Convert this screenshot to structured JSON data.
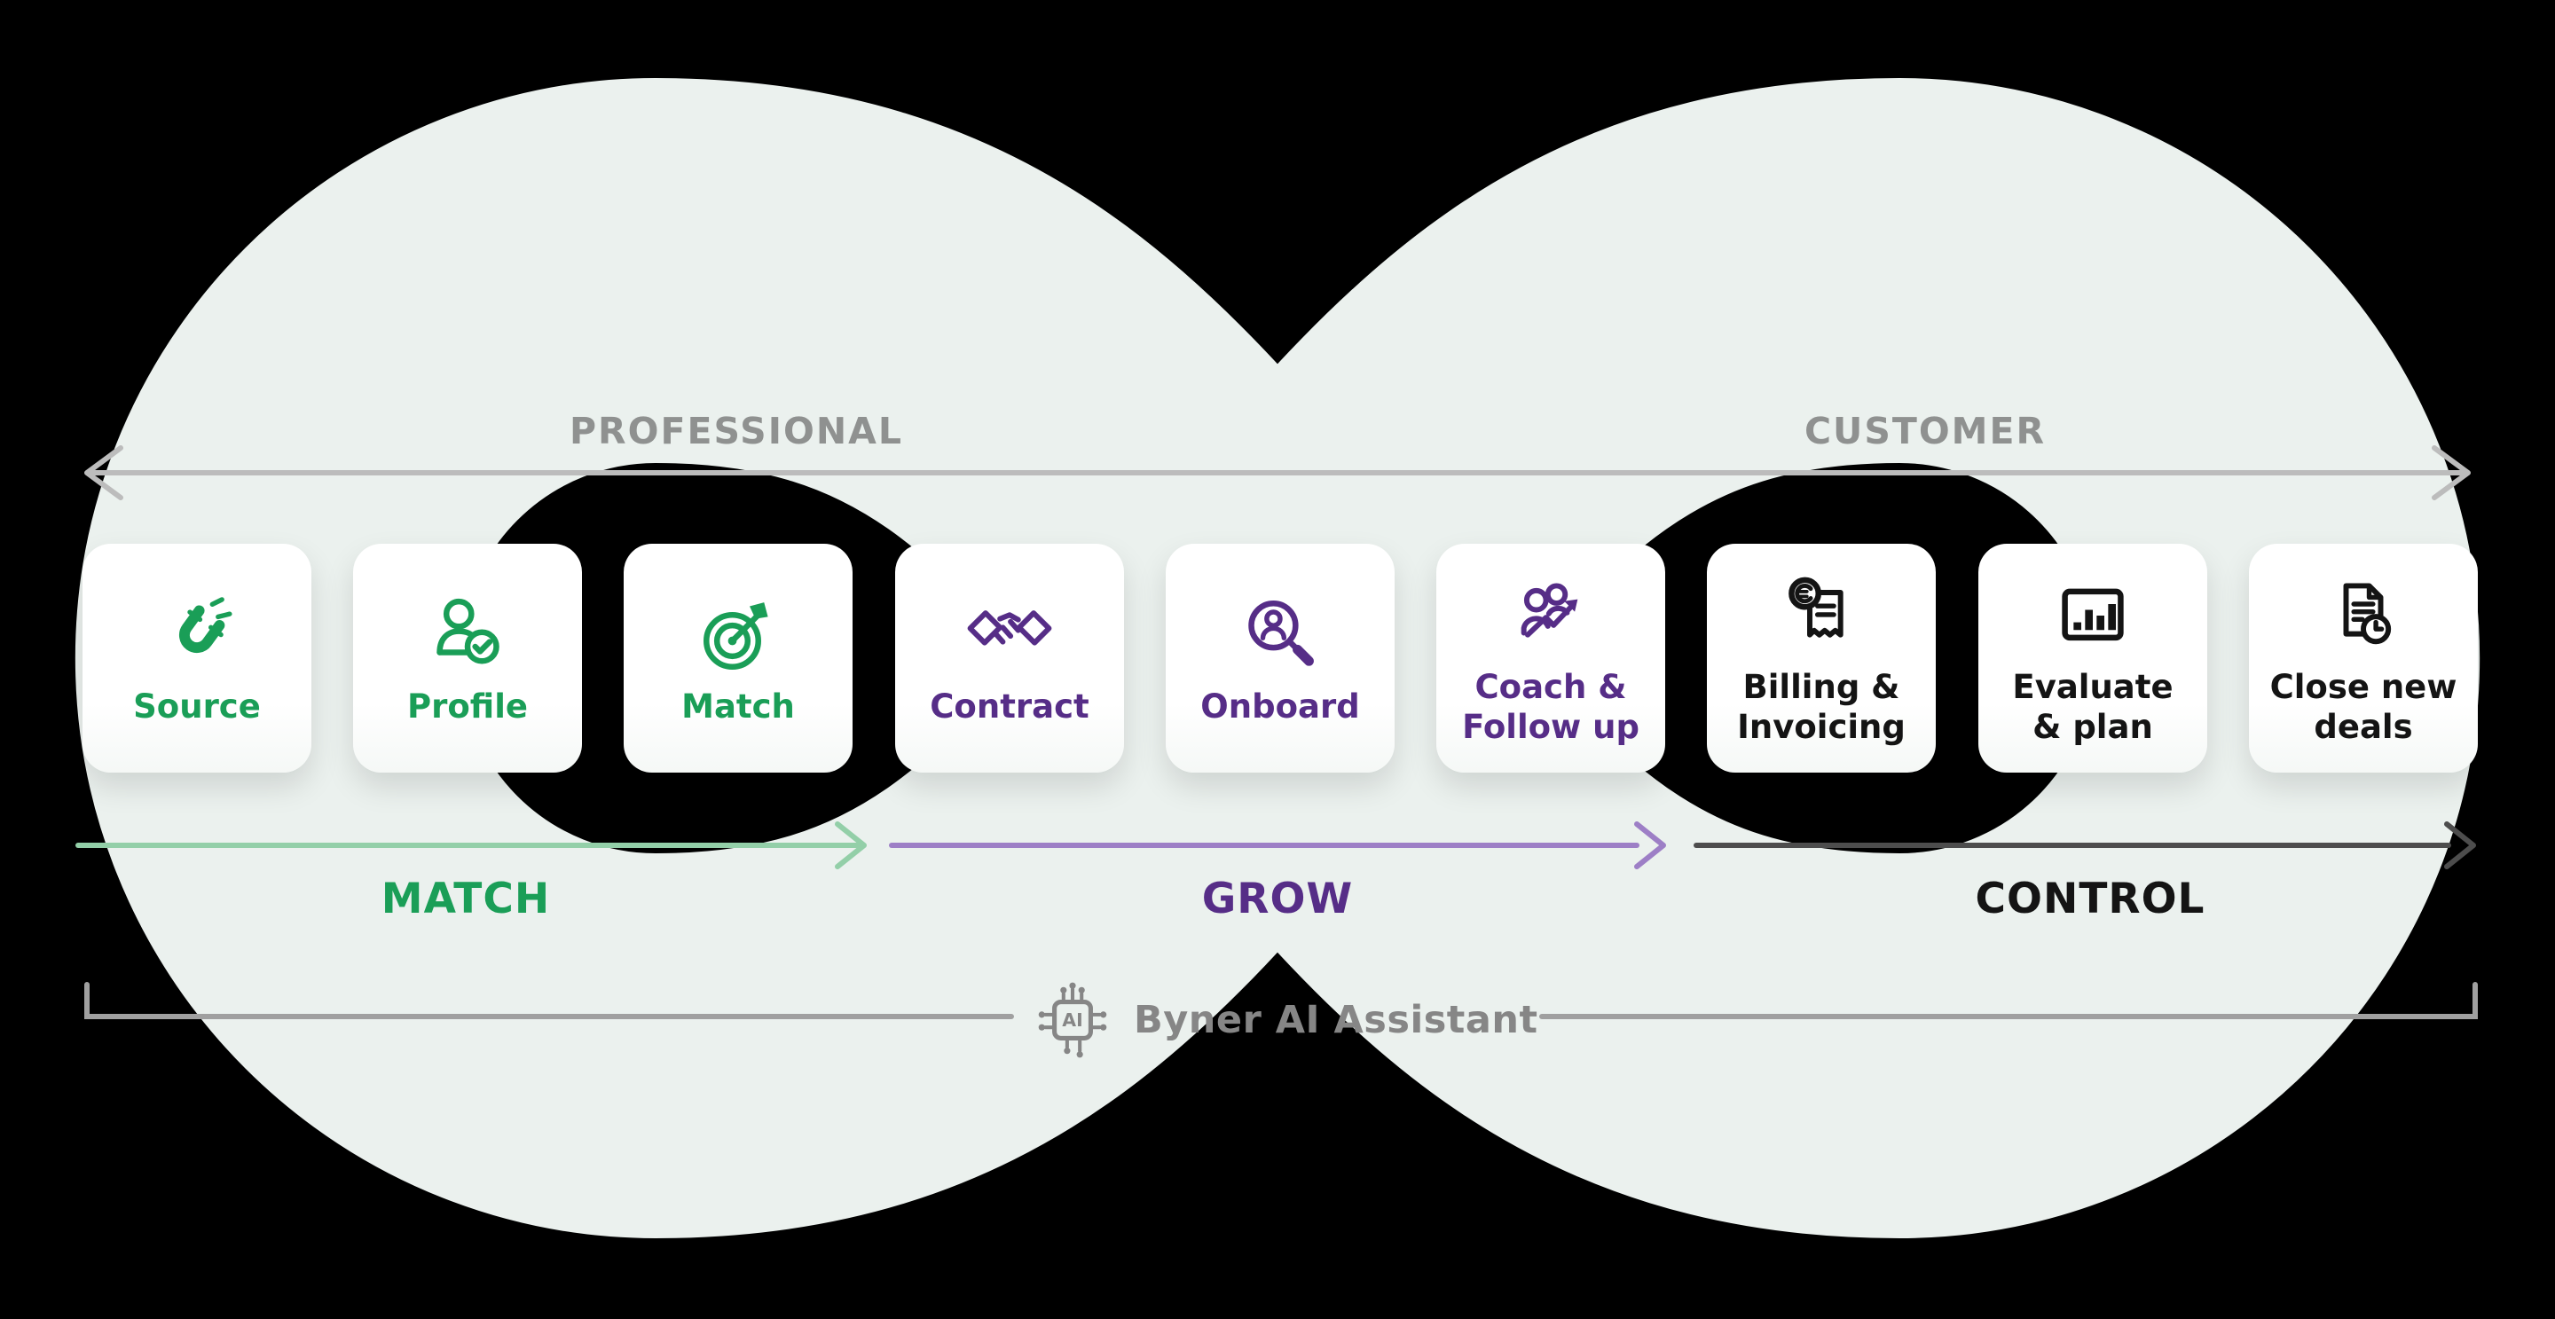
{
  "background_color": "#000000",
  "infinity_loop": {
    "shape": "infinity-ribbon",
    "color": "#ebf1ee"
  },
  "top_axis": {
    "left_label": "PROFESSIONAL",
    "right_label": "CUSTOMER",
    "arrow_style": "double-headed",
    "arrow_color": "#bcbcbc",
    "label_color": "#8f9190"
  },
  "cards": [
    {
      "label": "Source",
      "icon": "magnet-icon",
      "color": "#1a9e57"
    },
    {
      "label": "Profile",
      "icon": "person-check-icon",
      "color": "#1a9e57"
    },
    {
      "label": "Match",
      "icon": "target-arrow-icon",
      "color": "#1a9e57"
    },
    {
      "label": "Contract",
      "icon": "handshake-icon",
      "color": "#562d87"
    },
    {
      "label": "Onboard",
      "icon": "magnifier-person-icon",
      "color": "#562d87"
    },
    {
      "label": "Coach &\nFollow up",
      "icon": "people-growth-icon",
      "color": "#562d87"
    },
    {
      "label": "Billing &\nInvoicing",
      "icon": "invoice-euro-icon",
      "color": "#141414"
    },
    {
      "label": "Evaluate\n& plan",
      "icon": "bar-chart-icon",
      "color": "#141414"
    },
    {
      "label": "Close new\ndeals",
      "icon": "document-clock-icon",
      "color": "#141414"
    }
  ],
  "phases": [
    {
      "label": "MATCH",
      "label_color": "#1a9e57",
      "arrow_color": "#93cfa8"
    },
    {
      "label": "GROW",
      "label_color": "#562d87",
      "arrow_color": "#9d7fc6"
    },
    {
      "label": "CONTROL",
      "label_color": "#141414",
      "arrow_color": "#4d4d4d"
    }
  ],
  "assistant": {
    "label": "Byner AI Assistant",
    "icon": "ai-chip-icon",
    "icon_label": "AI",
    "color": "#868686",
    "bracket_color": "#a0a0a0"
  }
}
